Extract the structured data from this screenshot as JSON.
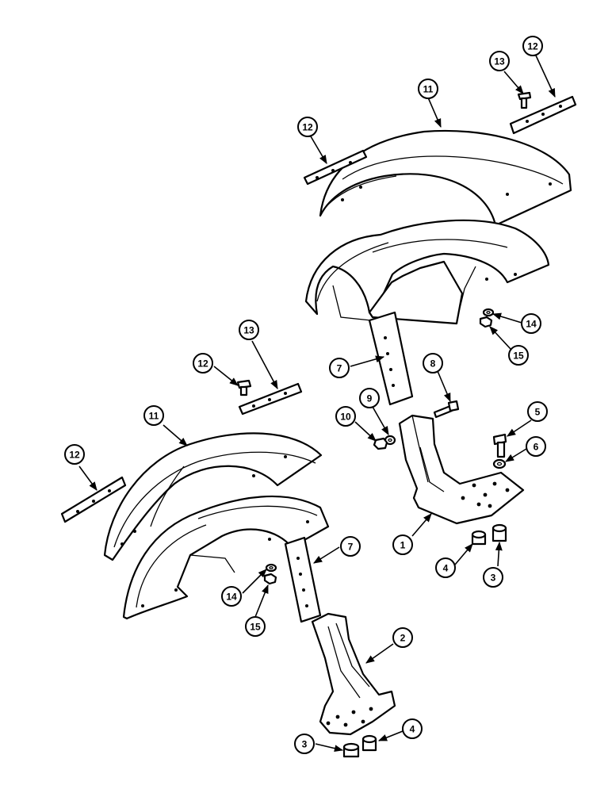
{
  "colors": {
    "line": "#000000",
    "paper": "#ffffff"
  },
  "callouts": [
    {
      "id": "c-11-top",
      "label": "11",
      "part": "fender-panel"
    },
    {
      "id": "c-12-top-right",
      "label": "12",
      "part": "fender-strip"
    },
    {
      "id": "c-13-top",
      "label": "13",
      "part": "bolt"
    },
    {
      "id": "c-12-top-left",
      "label": "12",
      "part": "fender-strip"
    },
    {
      "id": "c-14-top",
      "label": "14",
      "part": "washer"
    },
    {
      "id": "c-15-top",
      "label": "15",
      "part": "nut"
    },
    {
      "id": "c-7-top",
      "label": "7",
      "part": "support-tube"
    },
    {
      "id": "c-8",
      "label": "8",
      "part": "bolt"
    },
    {
      "id": "c-9",
      "label": "9",
      "part": "washer"
    },
    {
      "id": "c-10",
      "label": "10",
      "part": "nut"
    },
    {
      "id": "c-5",
      "label": "5",
      "part": "bolt"
    },
    {
      "id": "c-6",
      "label": "6",
      "part": "washer"
    },
    {
      "id": "c-1",
      "label": "1",
      "part": "mounting-bracket"
    },
    {
      "id": "c-4-right",
      "label": "4",
      "part": "spacer"
    },
    {
      "id": "c-3-right",
      "label": "3",
      "part": "spacer"
    },
    {
      "id": "c-13-left",
      "label": "13",
      "part": "fender-strip"
    },
    {
      "id": "c-12-left-bolt",
      "label": "12",
      "part": "bolt"
    },
    {
      "id": "c-11-left",
      "label": "11",
      "part": "fender-panel"
    },
    {
      "id": "c-12-left",
      "label": "12",
      "part": "fender-strip"
    },
    {
      "id": "c-7-left",
      "label": "7",
      "part": "support-tube"
    },
    {
      "id": "c-14-left",
      "label": "14",
      "part": "washer"
    },
    {
      "id": "c-15-left",
      "label": "15",
      "part": "nut"
    },
    {
      "id": "c-2",
      "label": "2",
      "part": "mounting-bracket"
    },
    {
      "id": "c-3-bottom",
      "label": "3",
      "part": "spacer"
    },
    {
      "id": "c-4-bottom",
      "label": "4",
      "part": "spacer"
    }
  ]
}
